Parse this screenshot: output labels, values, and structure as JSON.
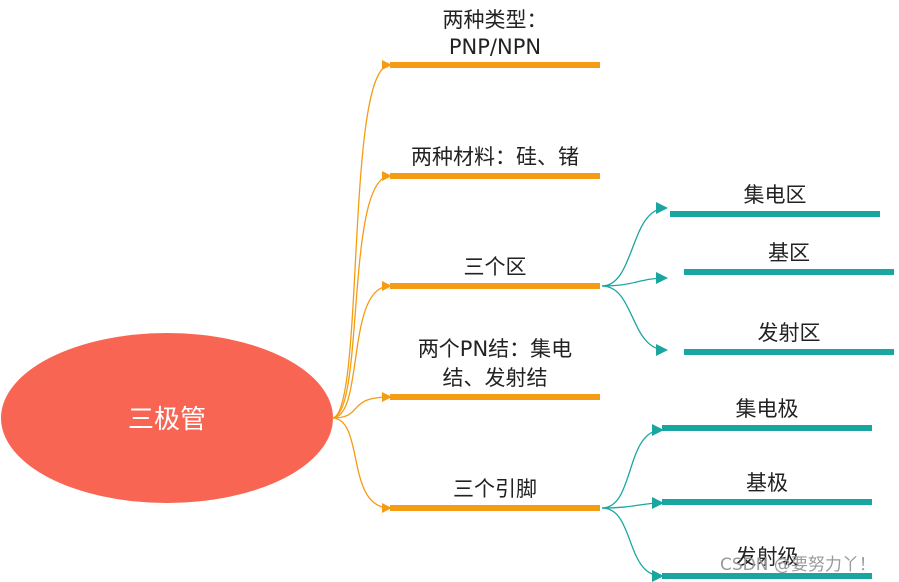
{
  "root": {
    "label": "三极管",
    "color": "#f96553"
  },
  "colors": {
    "orange": "#f49c14",
    "teal": "#1aa6a0"
  },
  "branches": [
    {
      "label_lines": [
        "两种类型：",
        "PNP/NPN"
      ]
    },
    {
      "label_lines": [
        "两种材料：硅、锗"
      ]
    },
    {
      "label_lines": [
        "三个区"
      ],
      "children": [
        "集电区",
        "基区",
        "发射区"
      ]
    },
    {
      "label_lines": [
        "两个PN结：集电",
        "结、发射结"
      ]
    },
    {
      "label_lines": [
        "三个引脚"
      ],
      "children": [
        "集电极",
        "基极",
        "发射级"
      ]
    }
  ],
  "watermark": "CSDN @要努力丫！"
}
